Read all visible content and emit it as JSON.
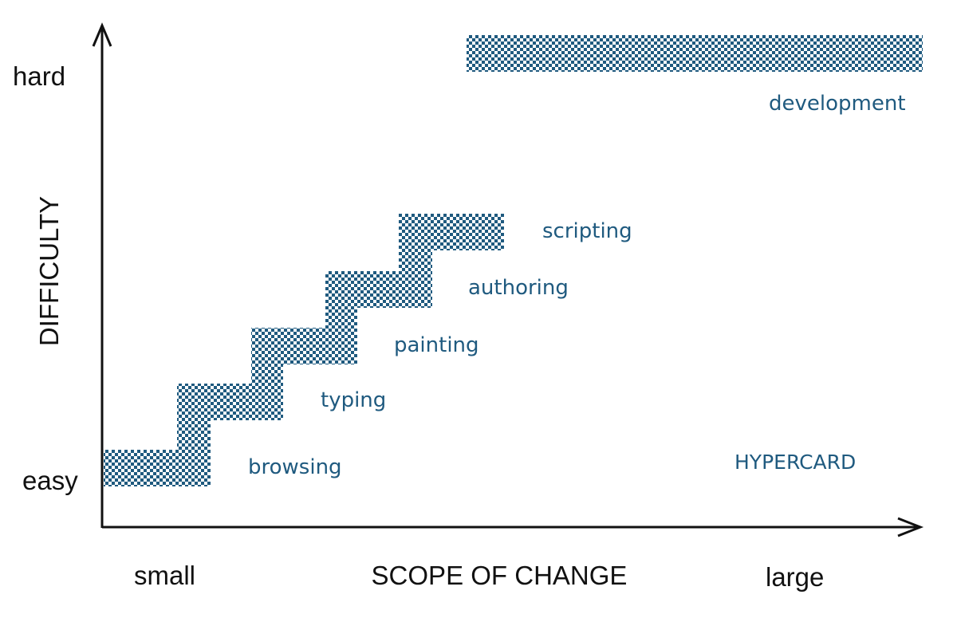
{
  "axes": {
    "y_label": "DIFFICULTY",
    "x_label": "SCOPE OF CHANGE",
    "y_top_label": "hard",
    "y_bottom_label": "easy",
    "x_left_label": "small",
    "x_right_label": "large"
  },
  "steps": [
    {
      "key": "browsing",
      "label": "browsing"
    },
    {
      "key": "typing",
      "label": "typing"
    },
    {
      "key": "painting",
      "label": "painting"
    },
    {
      "key": "authoring",
      "label": "authoring"
    },
    {
      "key": "scripting",
      "label": "scripting"
    },
    {
      "key": "development",
      "label": "development"
    }
  ],
  "brand": "HYPERCARD",
  "colors": {
    "accent": "#1f5a7f",
    "axis": "#111111",
    "checker_dark": "#1f5a7f",
    "checker_light": "#ffffff"
  }
}
